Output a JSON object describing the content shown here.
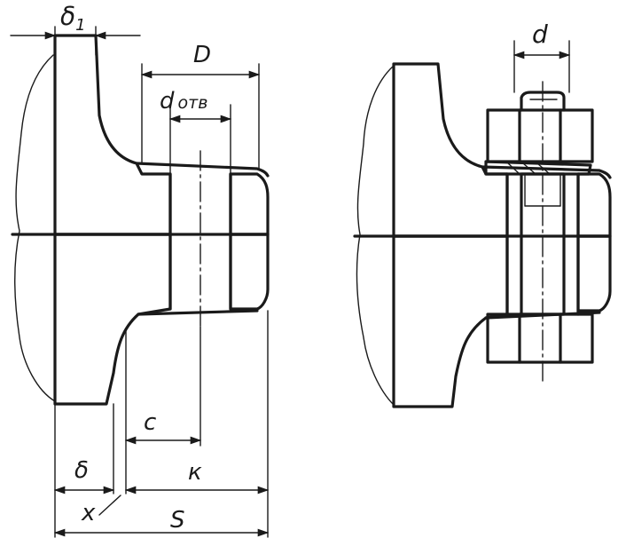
{
  "labels": {
    "delta1_main": "δ",
    "delta1_sub": "1",
    "D": "D",
    "d_otv_main": "d",
    "d_otv_sub": "отв",
    "c": "c",
    "delta": "δ",
    "k": "к",
    "x": "x",
    "S": "S",
    "d": "d"
  }
}
